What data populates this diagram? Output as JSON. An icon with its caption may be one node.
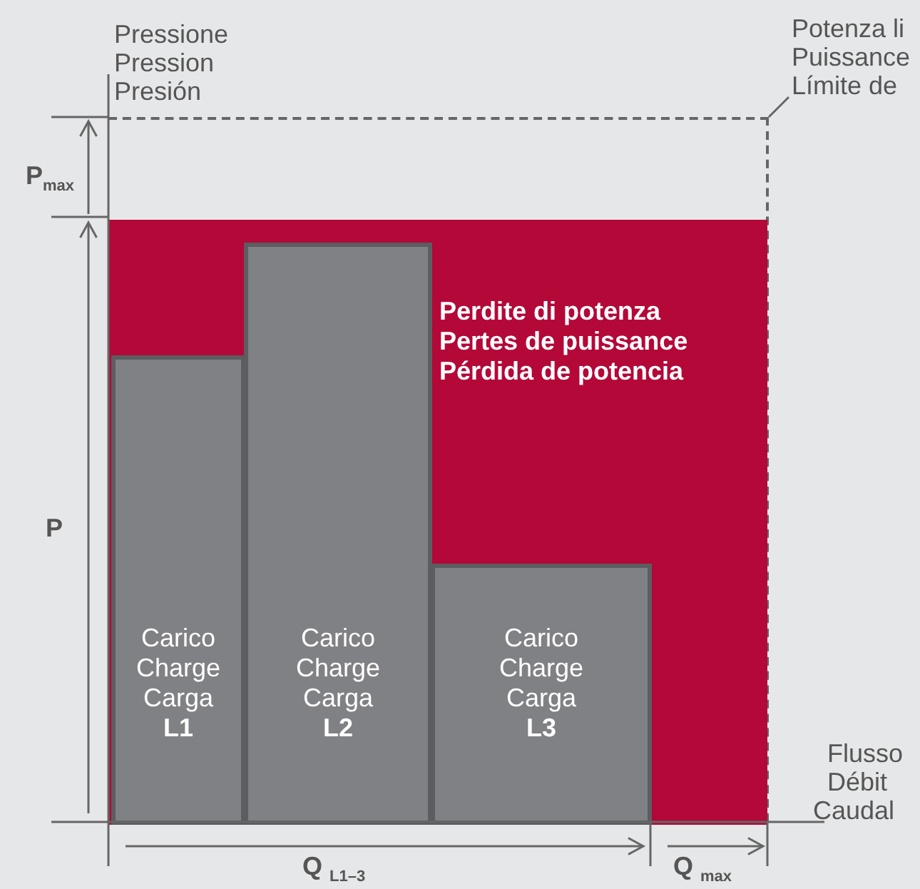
{
  "diagram": {
    "nodes": [
      {
        "text": [],
        "shape": "box"
      },
      {
        "text": [
          "Perdite di potenza",
          "Pertes de puissance",
          "Pérdida de potencia"
        ],
        "in": 0
      },
      {
        "text": [
          "Carico",
          "Charge",
          "Carga",
          "L1"
        ],
        "in": 1
      },
      {
        "text": [
          "Carico",
          "Charge",
          "Carga",
          "L2"
        ],
        "in": 1
      },
      {
        "text": [
          "Carico",
          "Charge",
          "Carga",
          "L3"
        ],
        "in": 1
      },
      {
        "text": [
          "Potenza li",
          "Puissance",
          "Límite de"
        ]
      }
    ],
    "edges": [
      {
        "from": 5,
        "to": 0,
        "arrow": "none"
      }
    ],
    "labels": [
      "Pressione",
      "Pression",
      "Presión",
      "P$_{max}$",
      "P",
      "Flusso",
      "Débit",
      "Caudal",
      "Q $_{L1–3}$",
      "Q $_{max}$"
    ]
  }
}
